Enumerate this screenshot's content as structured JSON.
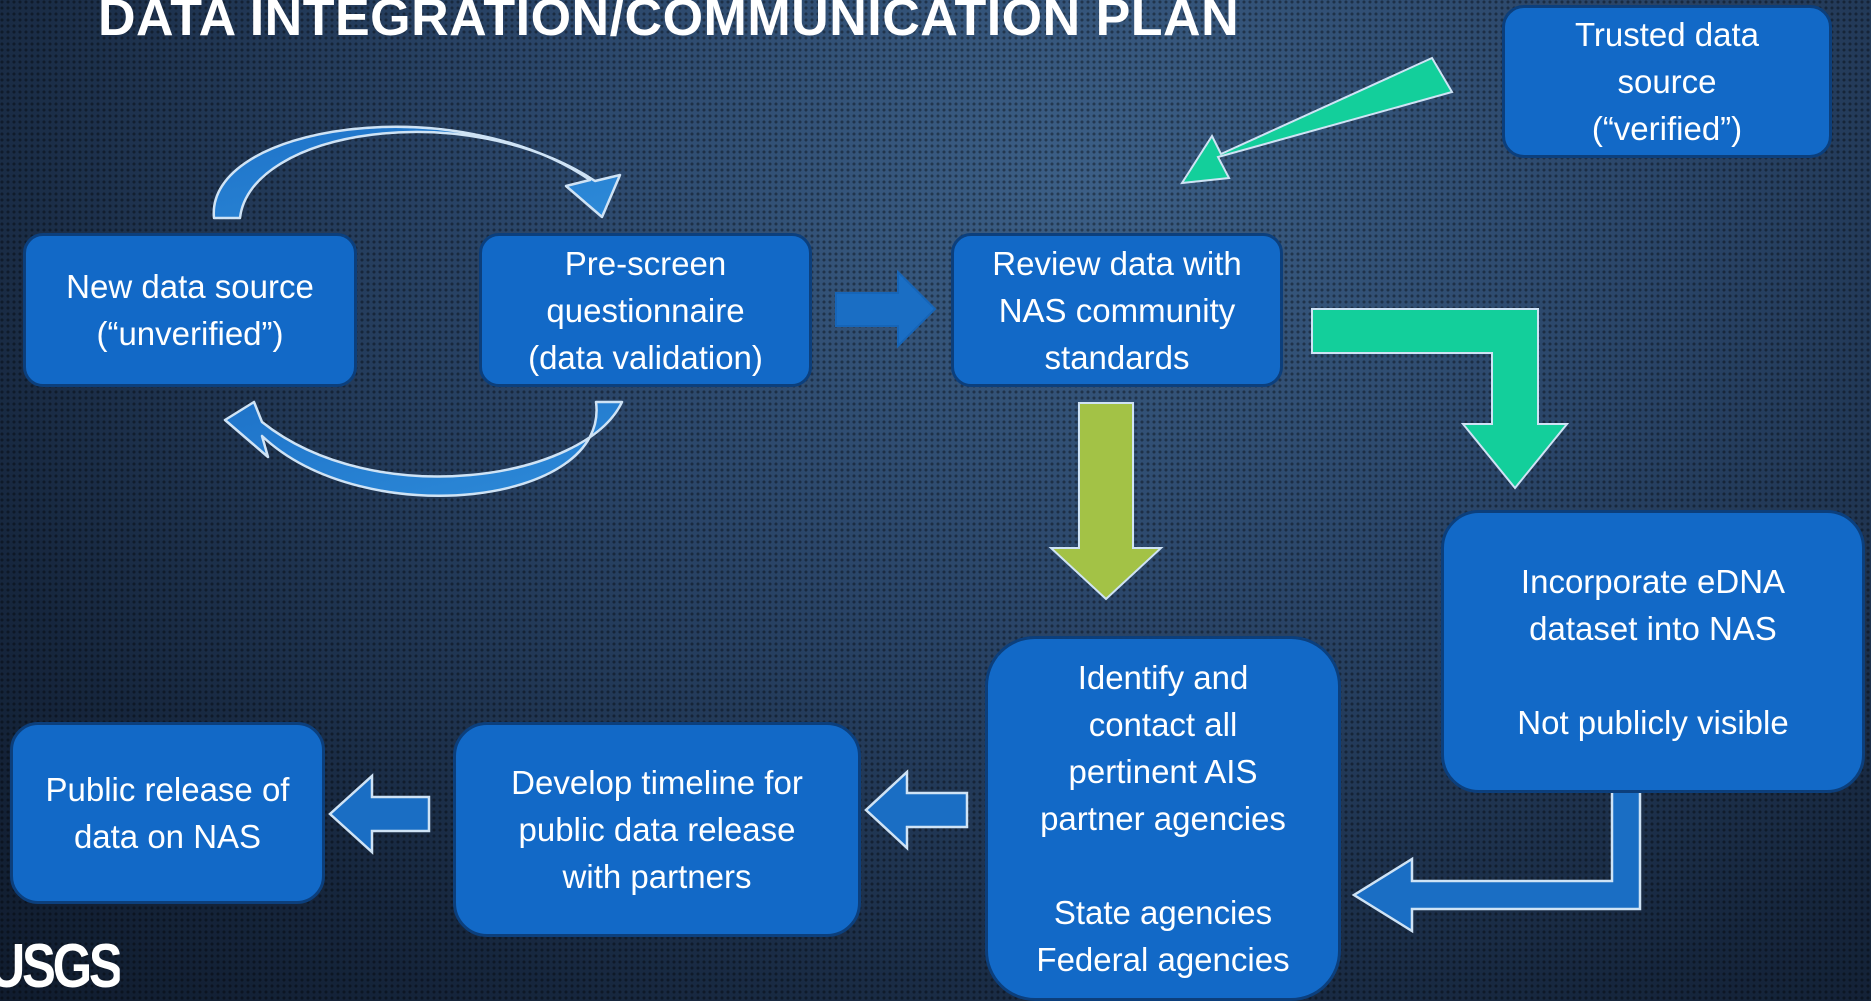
{
  "title": "DATA INTEGRATION/COMMUNICATION PLAN",
  "boxes": {
    "trusted": [
      "Trusted data",
      "source",
      "(“verified”)"
    ],
    "new_source": [
      "New data source",
      "(“unverified”)"
    ],
    "prescreen": [
      "Pre-screen",
      "questionnaire",
      "(data validation)"
    ],
    "review": [
      "Review data with",
      "NAS community",
      "standards"
    ],
    "incorporate": {
      "lines": [
        "Incorporate eDNA",
        "dataset into NAS"
      ],
      "note": "Not publicly visible"
    },
    "identify": {
      "lines": [
        "Identify and",
        "contact all",
        "pertinent AIS",
        "partner agencies"
      ],
      "notes": [
        "State agencies",
        "Federal agencies"
      ]
    },
    "timeline": [
      "Develop timeline for",
      "public data release",
      "with partners"
    ],
    "release": [
      "Public release of",
      "data on NAS"
    ]
  },
  "logo": "USGS",
  "colors": {
    "box_fill": "#1269c7",
    "box_border": "#0c3f7c",
    "teal_arrow": "#13cf9b",
    "olive_arrow": "#a3c246",
    "blue_arrow": "#1a6ec4",
    "arrow_outline": "#cfe3f5"
  }
}
